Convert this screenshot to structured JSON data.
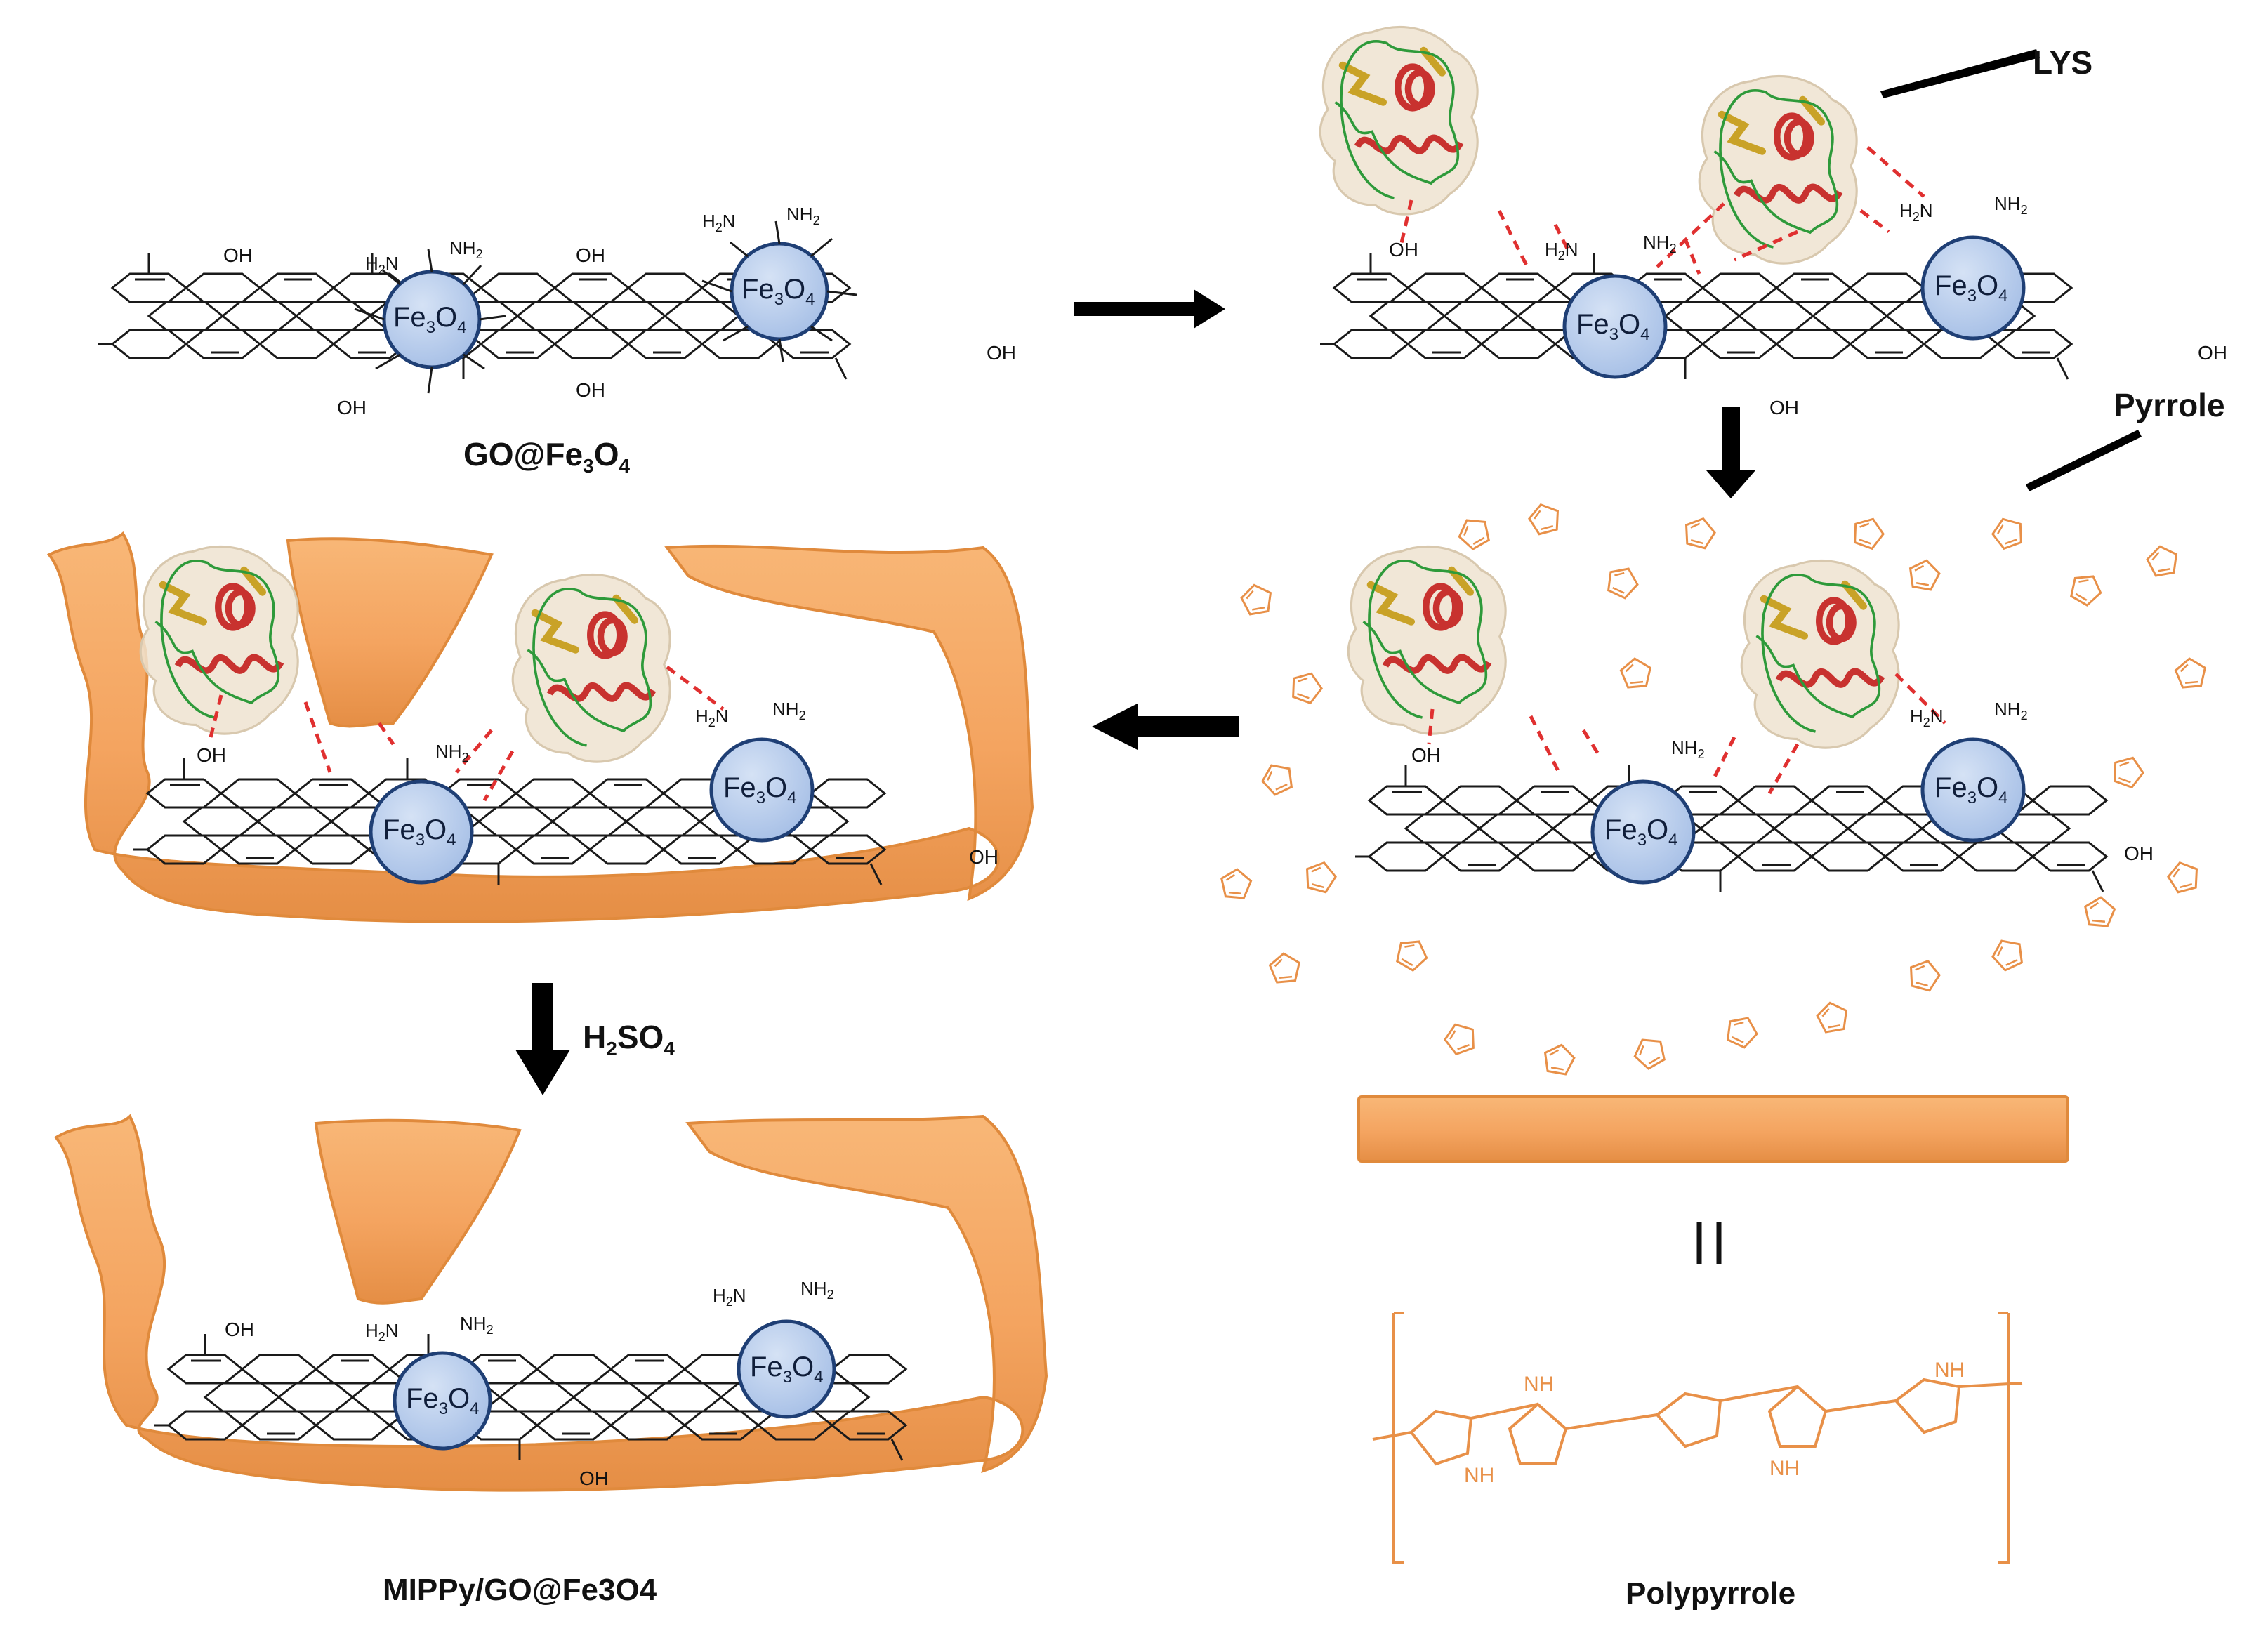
{
  "labels": {
    "go_fe3o4": "GO@Fe",
    "mippy": "MIPPy/GO@Fe3O4",
    "polypyrrole": "Polypyrrole",
    "lys": "LYS",
    "pyrrole": "Pyrrole",
    "acid_prefix": "H",
    "acid_mid": "SO",
    "equals_sign": "||"
  },
  "chem": {
    "fe": "Fe",
    "o": "O",
    "oh": "OH",
    "nh2": "NH",
    "h2n": "H",
    "nh": "NH",
    "sub2": "2",
    "sub3": "3",
    "sub4": "4",
    "n_suffix": "N"
  },
  "colors": {
    "polymer_fill": "#F4A460",
    "polymer_edge": "#E08A3C",
    "particle_fill": "#AFC6E9",
    "particle_edge": "#1F3F75",
    "bond_dashes": "#E03030",
    "protein_surface": "#EFE3D0",
    "helix": "#C8322F",
    "coil": "#2E9A3A",
    "sheet": "#C9A227",
    "pyrrole_rings": "#E89048",
    "arrows": "#000000",
    "structure_lines": "#1a1a1a"
  }
}
